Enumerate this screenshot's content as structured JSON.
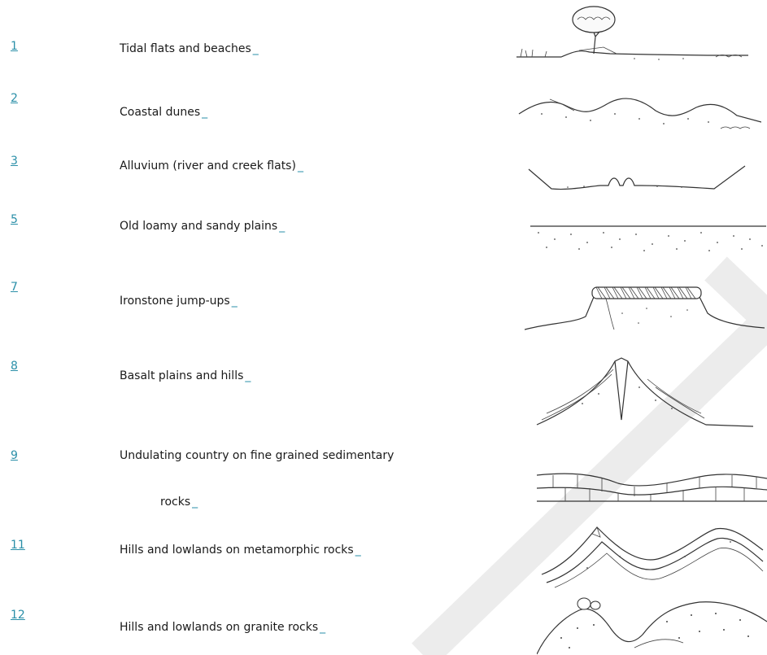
{
  "items": [
    {
      "num": "1",
      "desc": "Tidal flats and beaches",
      "suffix": "_"
    },
    {
      "num": "2",
      "desc": "Coastal dunes",
      "suffix": "_"
    },
    {
      "num": "3",
      "desc": "Alluvium (river and creek flats)",
      "suffix": "_"
    },
    {
      "num": "5",
      "desc": "Old loamy and sandy plains",
      "suffix": "_"
    },
    {
      "num": "7",
      "desc": "Ironstone jump-ups",
      "suffix": "_"
    },
    {
      "num": "8",
      "desc": "Basalt plains and hills",
      "suffix": "_"
    },
    {
      "num": "9",
      "desc": "Undulating country on fine grained sedimentary",
      "desc2": "rocks",
      "suffix": "_"
    },
    {
      "num": "11",
      "desc": "Hills and lowlands on metamorphic rocks",
      "suffix": "_"
    },
    {
      "num": "12",
      "desc": "Hills and lowlands on granite rocks",
      "suffix": "_"
    }
  ],
  "icons": {
    "row1": "tree-beach-illustration",
    "row2": "dunes-illustration",
    "row3": "river-valley-illustration",
    "row5": "sandy-plain-illustration",
    "row7": "mesa-illustration",
    "row8": "volcano-illustration",
    "row9": "layered-sediment-illustration",
    "row11": "folded-rock-illustration",
    "row12": "granite-hills-illustration"
  },
  "colors": {
    "link": "#2a8fa8",
    "text": "#1a1a1a",
    "watermark": "#e6e6e6"
  }
}
